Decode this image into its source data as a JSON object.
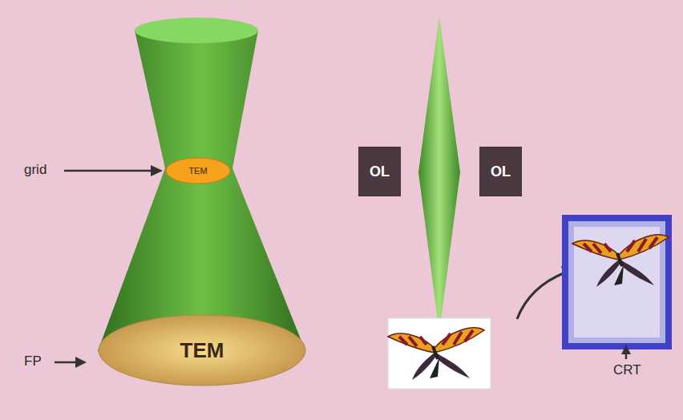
{
  "diagram": {
    "nodes": [
      {
        "text": [
          "TEM"
        ]
      },
      {
        "text": [
          "TEM"
        ]
      },
      {
        "text": [
          "OL"
        ]
      },
      {
        "text": [
          "OL"
        ]
      }
    ],
    "labels": [
      "grid",
      "FP",
      "CRT"
    ]
  }
}
